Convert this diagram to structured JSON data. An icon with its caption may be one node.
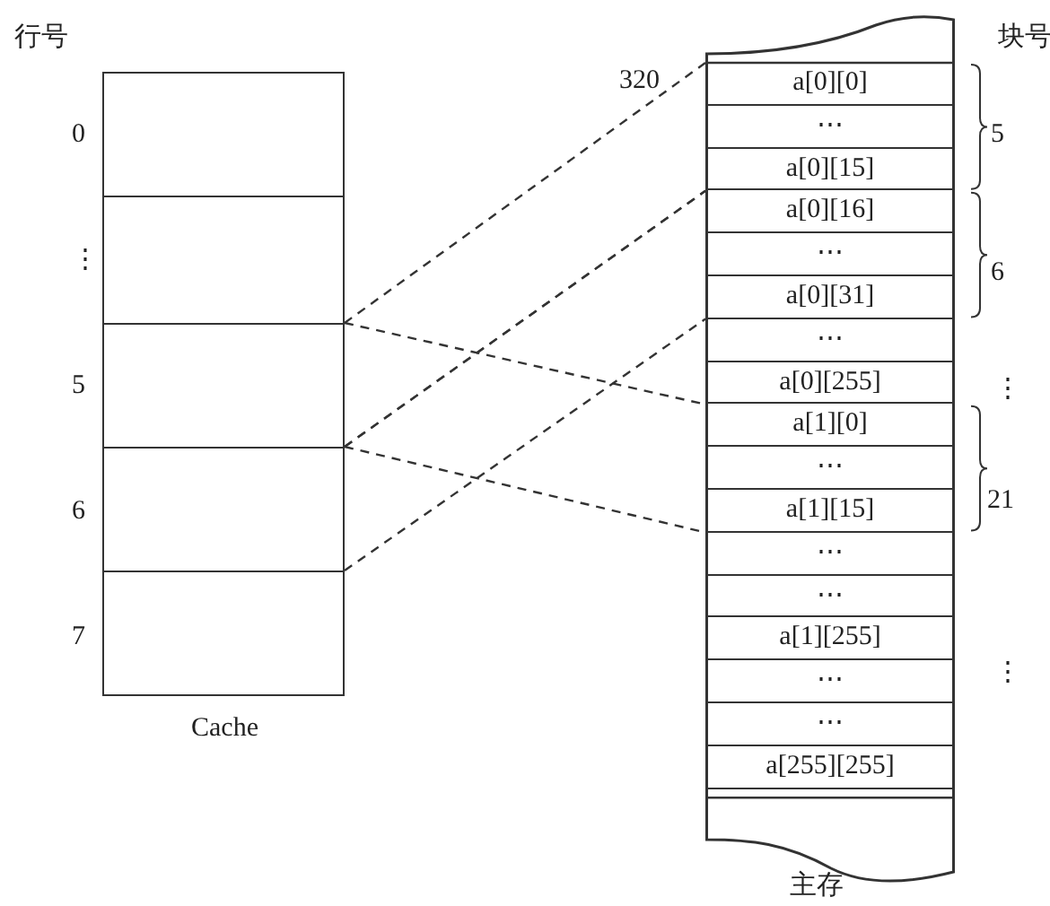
{
  "diagram": {
    "nodes": [
      {
        "text": [],
        "shape": "box",
        "beside": [
          "Cache"
        ]
      },
      {
        "text": [],
        "shape": "box",
        "in": 0,
        "beside": [
          "0"
        ]
      },
      {
        "text": [],
        "shape": "box",
        "in": 0,
        "beside": [
          "⋮"
        ]
      },
      {
        "text": [],
        "shape": "box",
        "in": 0,
        "beside": [
          "5"
        ]
      },
      {
        "text": [],
        "shape": "box",
        "in": 0,
        "beside": [
          "6"
        ]
      },
      {
        "text": [],
        "shape": "box",
        "in": 0,
        "beside": [
          "7"
        ]
      },
      {
        "text": [],
        "shape": "box",
        "beside": [
          "主存"
        ]
      },
      {
        "text": [
          "a[0][0]"
        ],
        "in": 6
      },
      {
        "text": [
          "⋯"
        ],
        "in": 6
      },
      {
        "text": [
          "a[0][15]"
        ],
        "in": 6
      },
      {
        "text": [
          "a[0][16]"
        ],
        "in": 6
      },
      {
        "text": [
          "⋯"
        ],
        "in": 6
      },
      {
        "text": [
          "a[0][31]"
        ],
        "in": 6
      },
      {
        "text": [
          "⋯"
        ],
        "in": 6
      },
      {
        "text": [
          "a[0][255]"
        ],
        "in": 6
      },
      {
        "text": [
          "a[1][0]"
        ],
        "in": 6
      },
      {
        "text": [
          "⋯"
        ],
        "in": 6
      },
      {
        "text": [
          "a[1][15]"
        ],
        "in": 6
      },
      {
        "text": [
          "⋯"
        ],
        "in": 6
      },
      {
        "text": [
          "⋯"
        ],
        "in": 6
      },
      {
        "text": [
          "a[1][255]"
        ],
        "in": 6
      },
      {
        "text": [
          "⋯"
        ],
        "in": 6
      },
      {
        "text": [
          "⋯"
        ],
        "in": 6
      },
      {
        "text": [
          "a[255][255]"
        ],
        "in": 6
      }
    ],
    "edges": [
      {
        "from": 3,
        "to": 7,
        "arrow": "none",
        "style": "dashed"
      },
      {
        "from": 3,
        "to": 9,
        "arrow": "none",
        "style": "dashed"
      },
      {
        "from": 4,
        "to": 10,
        "arrow": "none",
        "style": "dashed"
      },
      {
        "from": 4,
        "to": 12,
        "arrow": "none",
        "style": "dashed"
      },
      {
        "from": 3,
        "to": 15,
        "arrow": "none",
        "style": "dashed"
      },
      {
        "from": 3,
        "to": 17,
        "arrow": "none",
        "style": "dashed"
      }
    ],
    "labels": [
      "行号",
      "块号",
      "320",
      "5",
      "6",
      "⋮",
      "21",
      "⋮"
    ]
  }
}
